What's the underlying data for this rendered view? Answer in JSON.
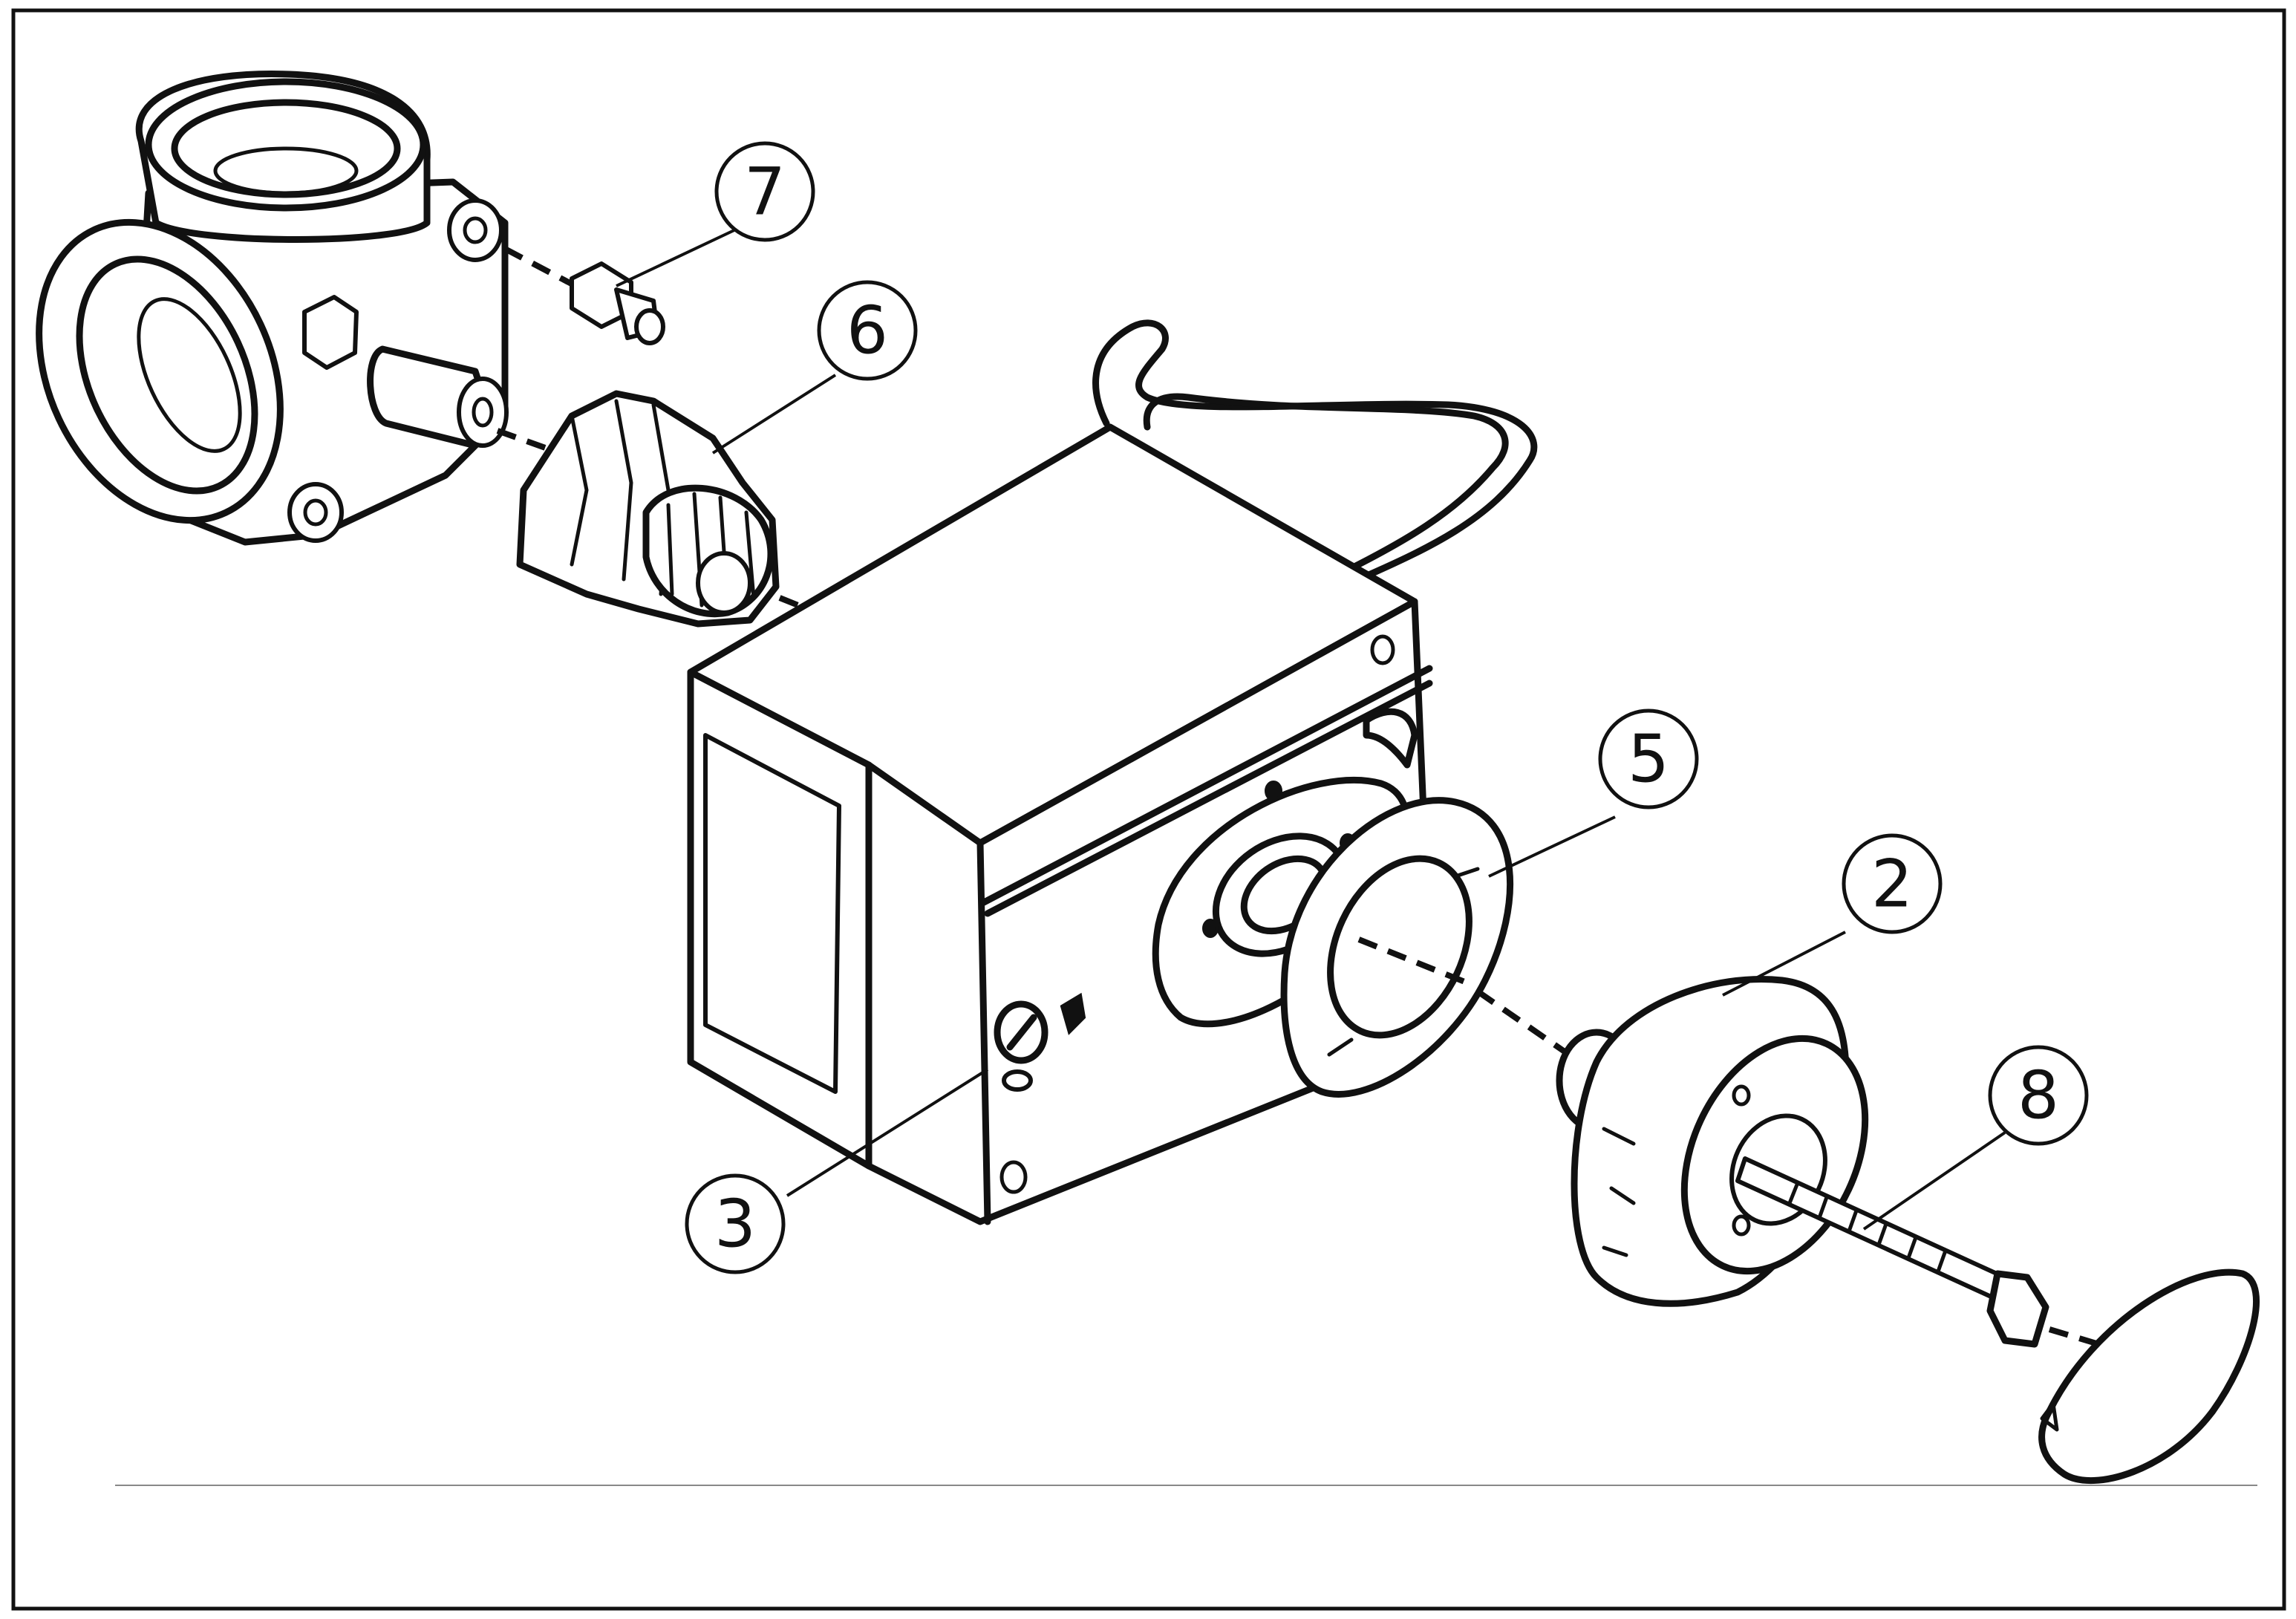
{
  "diagram": {
    "type": "exploded-parts-view",
    "callouts": [
      {
        "id": "callout-7",
        "label": "7"
      },
      {
        "id": "callout-6",
        "label": "6"
      },
      {
        "id": "callout-5",
        "label": "5"
      },
      {
        "id": "callout-2",
        "label": "2"
      },
      {
        "id": "callout-8",
        "label": "8"
      },
      {
        "id": "callout-3",
        "label": "3"
      }
    ],
    "parts": [
      {
        "name": "three-way-valve-body",
        "icon": "valve-body-icon"
      },
      {
        "name": "set-screw",
        "icon": "set-screw-icon"
      },
      {
        "name": "coupling-adapter",
        "icon": "coupling-icon"
      },
      {
        "name": "actuator-housing",
        "icon": "actuator-icon"
      },
      {
        "name": "mounting-ring",
        "icon": "ring-icon"
      },
      {
        "name": "control-knob",
        "icon": "knob-icon"
      },
      {
        "name": "mounting-bolt",
        "icon": "bolt-icon"
      },
      {
        "name": "knob-cap",
        "icon": "cap-icon"
      },
      {
        "name": "power-cable",
        "icon": "cable-icon"
      }
    ],
    "colors": {
      "line": "#111111",
      "background": "#ffffff"
    }
  }
}
